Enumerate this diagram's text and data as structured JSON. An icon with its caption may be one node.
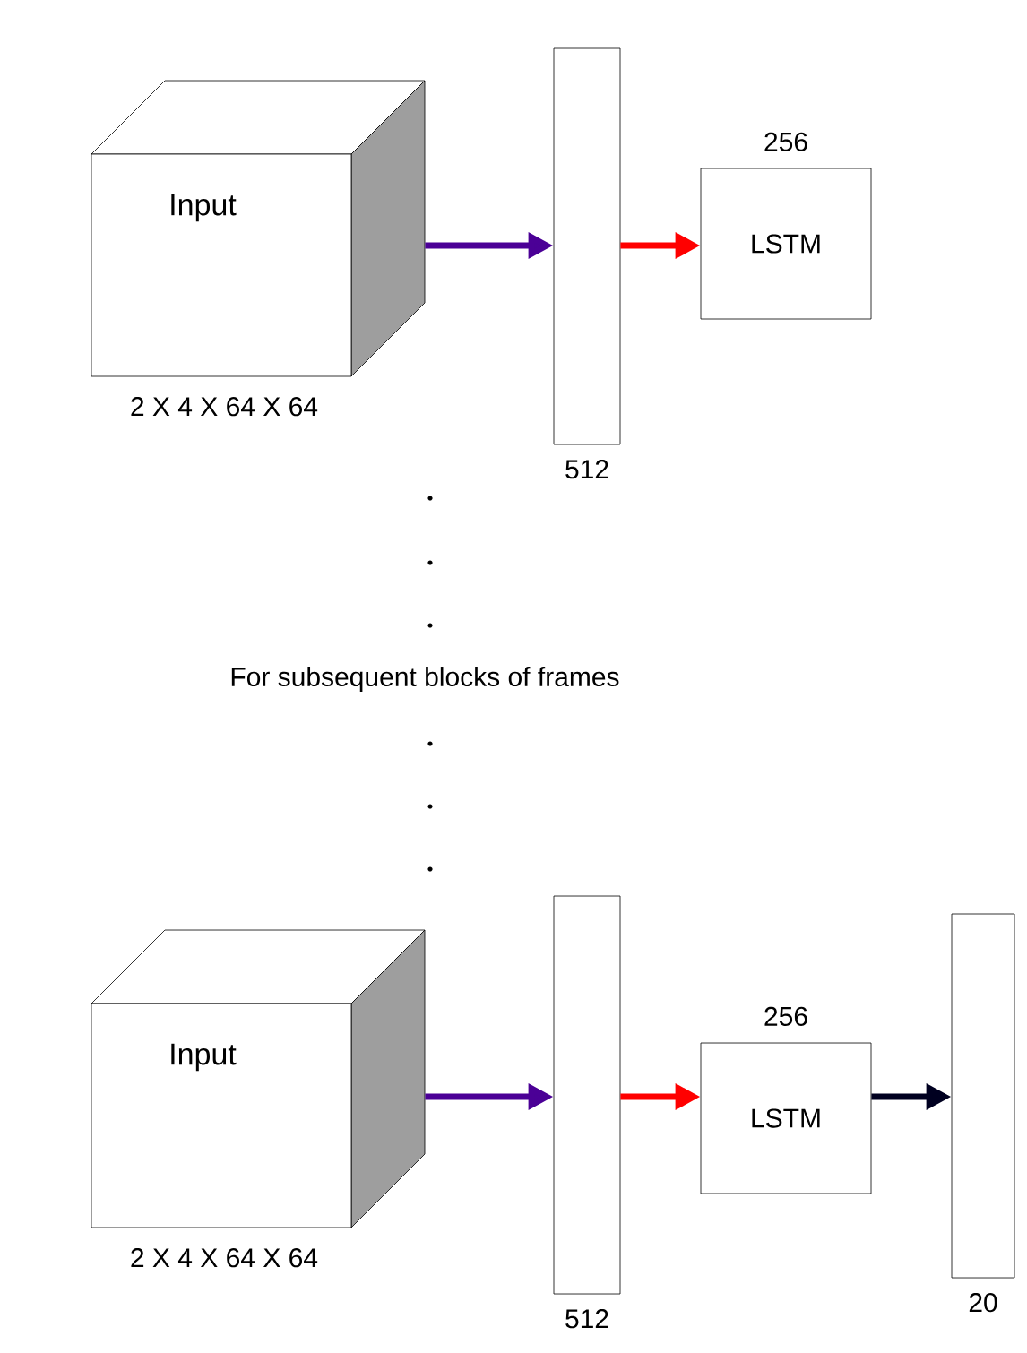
{
  "diagram": {
    "nodes": [
      {
        "text": [
          "Input"
        ],
        "beside": [
          "2 X 4 X 64 X 64"
        ]
      },
      {
        "text": [],
        "shape": "bar",
        "beside": [
          "512"
        ]
      },
      {
        "text": [
          "LSTM"
        ],
        "beside": [
          "256"
        ]
      },
      {
        "text": [
          "Input"
        ],
        "beside": [
          "2 X 4 X 64 X 64"
        ]
      },
      {
        "text": [],
        "shape": "bar",
        "beside": [
          "512"
        ]
      },
      {
        "text": [
          "LSTM"
        ],
        "beside": [
          "256"
        ]
      },
      {
        "text": [],
        "shape": "bar",
        "beside": [
          "20"
        ]
      }
    ],
    "edges": [
      {
        "from": 0,
        "to": 1,
        "arrow": "to",
        "color": "#4b0096"
      },
      {
        "from": 1,
        "to": 2,
        "arrow": "to",
        "color": "#ff0000"
      },
      {
        "from": 3,
        "to": 4,
        "arrow": "to",
        "color": "#4b0096"
      },
      {
        "from": 4,
        "to": 5,
        "arrow": "to",
        "color": "#ff0000"
      },
      {
        "from": 5,
        "to": 6,
        "arrow": "to",
        "color": "#000020"
      }
    ],
    "labels": [
      "For subsequent blocks of frames"
    ]
  }
}
